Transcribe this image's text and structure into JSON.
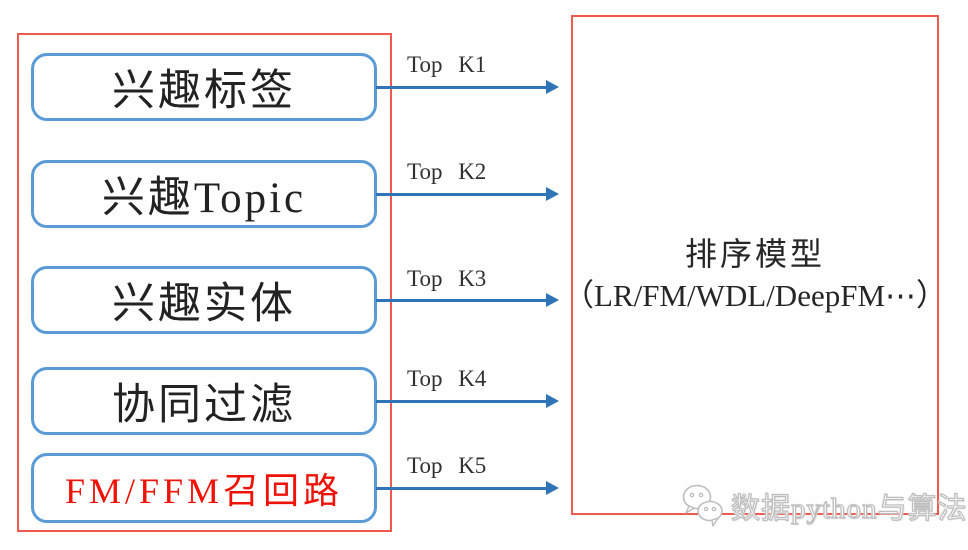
{
  "colors": {
    "panel_border_red": "#f0594e",
    "recall_box_border_blue": "#5b9bd5",
    "arrow_blue": "#2e74b6",
    "body_text": "#262626",
    "highlight_red_text": "#ee1208",
    "watermark_gray": "#bdbdbd"
  },
  "recall_panel": {
    "boxes": [
      {
        "label": "兴趣标签"
      },
      {
        "label": "兴趣Topic"
      },
      {
        "label": "兴趣实体"
      },
      {
        "label": "协同过滤"
      },
      {
        "label": "FM/FFM召回路"
      }
    ]
  },
  "arrows": [
    {
      "label": "Top K1"
    },
    {
      "label": "Top K2"
    },
    {
      "label": "Top K3"
    },
    {
      "label": "Top K4"
    },
    {
      "label": "Top K5"
    }
  ],
  "ranking_box": {
    "title": "排序模型",
    "subtitle": "（LR/FM/WDL/DeepFM⋯）"
  },
  "watermark": {
    "icon": "wechat-logo",
    "text": "数据python与算法"
  }
}
